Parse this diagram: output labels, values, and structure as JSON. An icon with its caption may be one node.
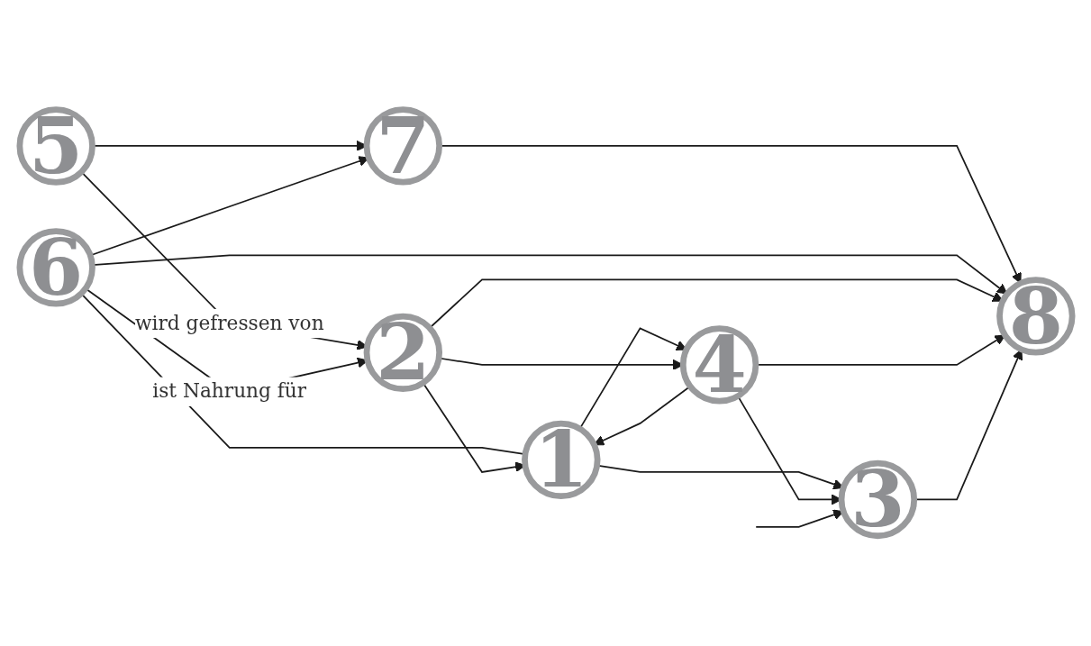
{
  "diagram": {
    "nodes": [
      {
        "text": [
          "1"
        ]
      },
      {
        "text": [
          "7"
        ]
      },
      {
        "text": [
          "5"
        ]
      },
      {
        "text": [
          "6"
        ]
      },
      {
        "text": [
          "2"
        ]
      },
      {
        "text": [
          "4"
        ]
      },
      {
        "text": [
          "3"
        ]
      },
      {
        "text": [
          "8"
        ]
      }
    ],
    "edges": [
      {
        "from": 2,
        "to": 1,
        "arrow": "to"
      },
      {
        "from": 2,
        "to": 4,
        "arrow": "to",
        "label": "wird gefressen von"
      },
      {
        "from": 3,
        "to": 1,
        "arrow": "to"
      },
      {
        "from": 3,
        "to": 0,
        "arrow": "none"
      },
      {
        "from": 3,
        "to": 4,
        "arrow": "to",
        "label": "ist Nahrung für"
      },
      {
        "from": 4,
        "to": 0,
        "arrow": "to"
      },
      {
        "from": 0,
        "to": 5,
        "arrow": "to"
      },
      {
        "from": 5,
        "to": 0,
        "arrow": "to"
      },
      {
        "from": 0,
        "to": 6,
        "arrow": "to"
      },
      {
        "from": 1,
        "to": 7,
        "arrow": "to"
      },
      {
        "from": 3,
        "to": 7,
        "arrow": "to"
      },
      {
        "from": 4,
        "to": 7,
        "arrow": "to"
      },
      {
        "from": 4,
        "to": 5,
        "arrow": "to"
      },
      {
        "from": 5,
        "to": 7,
        "arrow": "to"
      },
      {
        "from": 5,
        "to": 6,
        "arrow": "to"
      },
      {
        "from": 6,
        "to": 7,
        "arrow": "to"
      },
      {
        "from": null,
        "to": 6,
        "arrow": "to"
      }
    ]
  }
}
